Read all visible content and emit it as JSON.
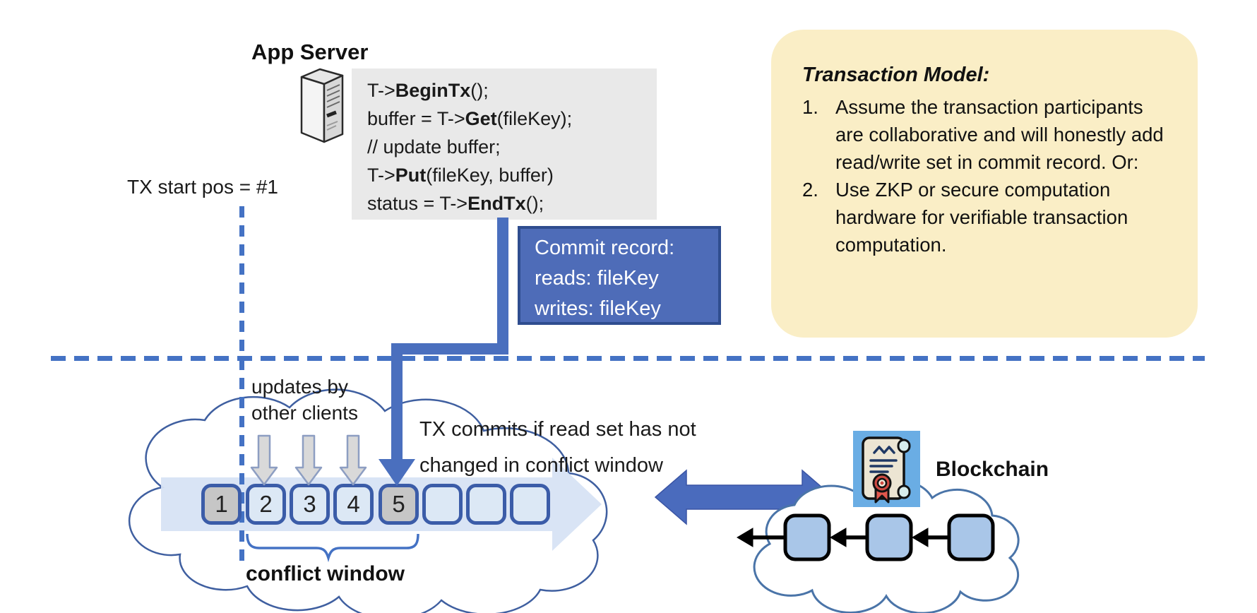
{
  "app_server": {
    "title": "App Server"
  },
  "code_block": {
    "lines": [
      {
        "pre": "T->",
        "bold": "BeginTx",
        "post": "();"
      },
      {
        "pre": "buffer = T->",
        "bold": "Get",
        "post": "(fileKey);"
      },
      {
        "pre": "// update buffer;",
        "bold": "",
        "post": ""
      },
      {
        "pre": "T->",
        "bold": "Put",
        "post": "(fileKey, buffer)"
      },
      {
        "pre": "status = T->",
        "bold": "EndTx",
        "post": "();"
      }
    ]
  },
  "tx_start": {
    "label": "TX start pos = #1"
  },
  "commit_record": {
    "lines": [
      "Commit record:",
      "reads: fileKey",
      "writes: fileKey"
    ]
  },
  "transaction_model": {
    "title": "Transaction Model:",
    "items": [
      {
        "num": "1.",
        "text": "Assume the transaction participants are collaborative and will honestly add read/write set in commit record.  Or:"
      },
      {
        "num": "2.",
        "text": "Use ZKP or secure computation hardware for verifiable transaction computation."
      }
    ]
  },
  "timeline": {
    "updates_label": {
      "line1": "updates by",
      "line2": "other clients"
    },
    "commit_note": {
      "line1": "TX commits if read set has not",
      "line2": "changed in conflict window"
    },
    "window_label": "conflict window",
    "blocks": [
      {
        "label": "1",
        "variant": "gray"
      },
      {
        "label": "2",
        "variant": "blue"
      },
      {
        "label": "3",
        "variant": "blue"
      },
      {
        "label": "4",
        "variant": "blue"
      },
      {
        "label": "5",
        "variant": "gray"
      },
      {
        "label": "",
        "variant": "blue"
      },
      {
        "label": "",
        "variant": "blue"
      },
      {
        "label": "",
        "variant": "blue"
      }
    ]
  },
  "blockchain": {
    "label": "Blockchain",
    "chain_block_count": 3
  },
  "colors": {
    "accent_blue": "#4a6fbe",
    "dash_blue": "#4472c4",
    "panel_yellow": "#faeec6",
    "code_gray": "#e9e9e9",
    "commit_blue": "#4e6cb8",
    "block_blue": "#dce8f5",
    "block_gray": "#c6c6c6",
    "block_border": "#3b5ca8",
    "chain_block_fill": "#a9c6e8",
    "contract_icon_bg": "#6aade4",
    "seal_red": "#cd4a42"
  }
}
